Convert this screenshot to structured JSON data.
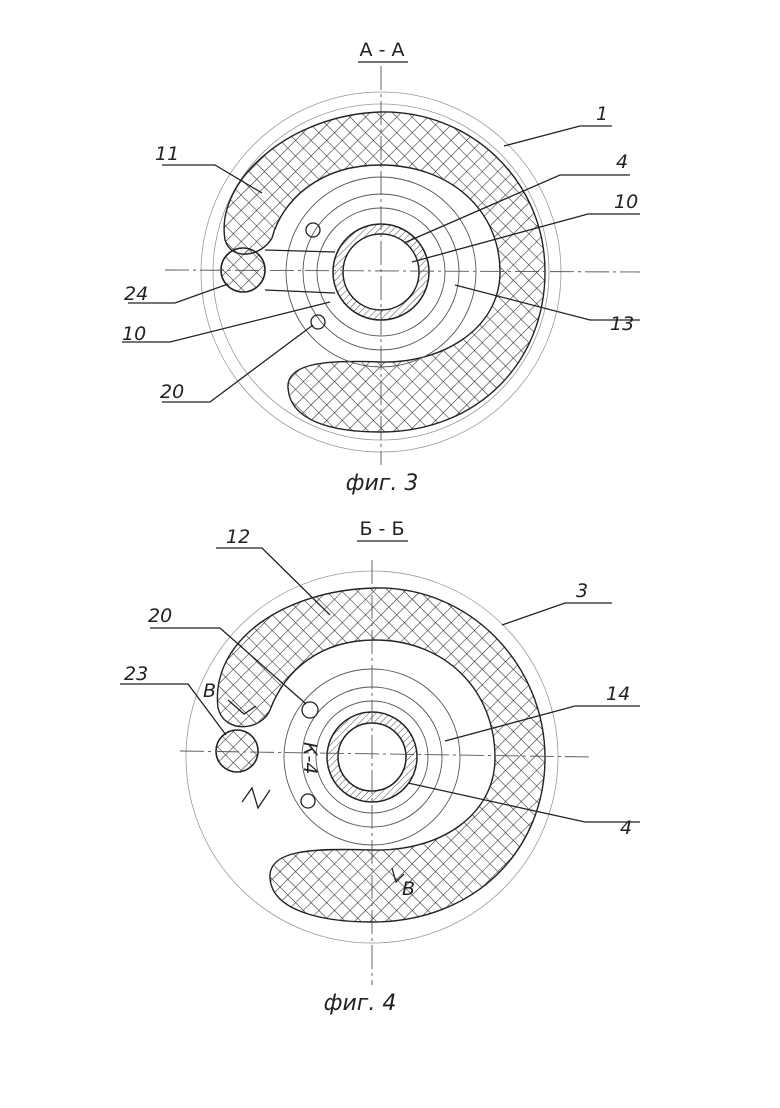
{
  "figure3": {
    "section": "А - А",
    "caption": "фиг. 3",
    "labels": {
      "l1": "1",
      "l4": "4",
      "l10a": "10",
      "l11": "11",
      "l13": "13",
      "l24": "24",
      "l10b": "10",
      "l20": "20"
    }
  },
  "figure4": {
    "section": "Б - Б",
    "caption": "фиг. 4",
    "labels": {
      "l12": "12",
      "l3": "3",
      "l20": "20",
      "l14": "14",
      "l23": "23",
      "l4": "4",
      "lB1": "В",
      "lB2": "В",
      "lK": "К-4"
    }
  }
}
